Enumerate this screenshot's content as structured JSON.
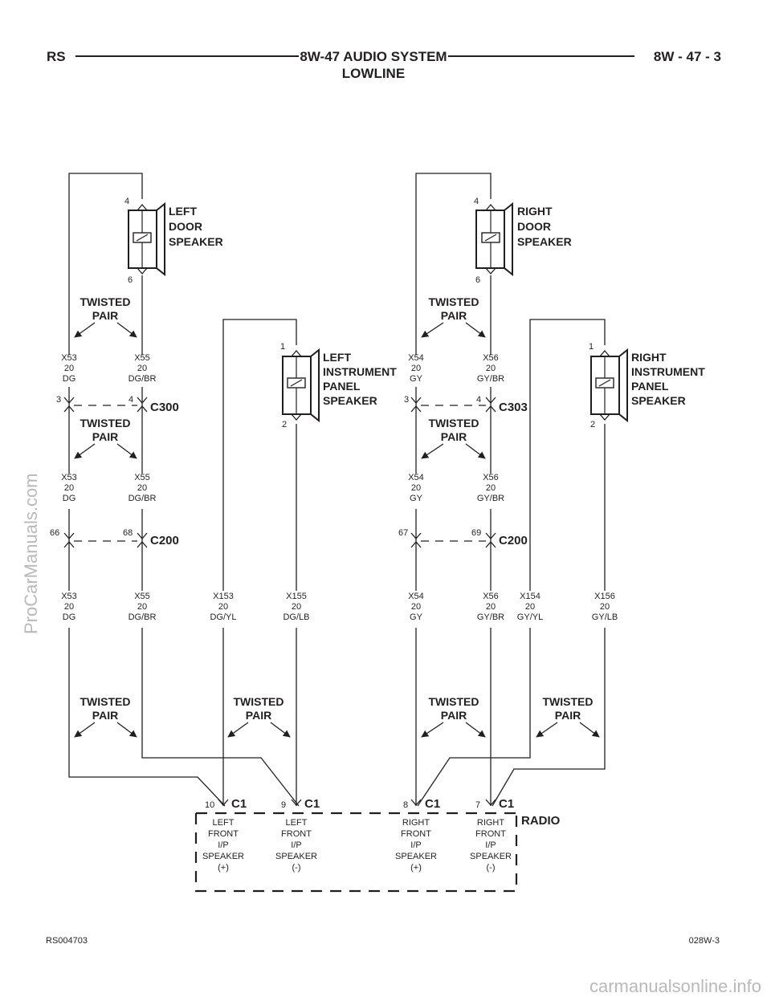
{
  "header": {
    "left_code": "RS",
    "title_line1": "8W-47 AUDIO SYSTEM",
    "title_line2": "LOWLINE",
    "page_number": "8W - 47 - 3"
  },
  "footer": {
    "left_code": "RS004703",
    "right_code": "028W-3"
  },
  "watermarks": {
    "left": "ProCarManuals.com",
    "bottom": "carmanualsonline.info"
  },
  "speakers": [
    {
      "id": "lds",
      "lines": [
        "LEFT",
        "DOOR",
        "SPEAKER"
      ],
      "pin_top": "4",
      "pin_bottom": "6"
    },
    {
      "id": "rds",
      "lines": [
        "RIGHT",
        "DOOR",
        "SPEAKER"
      ],
      "pin_top": "4",
      "pin_bottom": "6"
    },
    {
      "id": "lip",
      "lines": [
        "LEFT",
        "INSTRUMENT",
        "PANEL",
        "SPEAKER"
      ],
      "pin_top": "1",
      "pin_bottom": "2"
    },
    {
      "id": "rip",
      "lines": [
        "RIGHT",
        "INSTRUMENT",
        "PANEL",
        "SPEAKER"
      ],
      "pin_top": "1",
      "pin_bottom": "2"
    }
  ],
  "twisted_pair": {
    "line1": "TWISTED",
    "line2": "PAIR"
  },
  "connectors": [
    {
      "id": "c300",
      "name": "C300",
      "pin_a": "3",
      "pin_b": "4"
    },
    {
      "id": "c303",
      "name": "C303",
      "pin_a": "3",
      "pin_b": "4"
    },
    {
      "id": "c200l",
      "name": "C200",
      "pin_a": "66",
      "pin_b": "68"
    },
    {
      "id": "c200r",
      "name": "C200",
      "pin_a": "67",
      "pin_b": "69"
    }
  ],
  "wires": [
    {
      "id": "a1",
      "circuit": "X53",
      "gauge": "20",
      "color": "DG"
    },
    {
      "id": "a2",
      "circuit": "X55",
      "gauge": "20",
      "color": "DG/BR"
    },
    {
      "id": "a3",
      "circuit": "X54",
      "gauge": "20",
      "color": "GY"
    },
    {
      "id": "a4",
      "circuit": "X56",
      "gauge": "20",
      "color": "GY/BR"
    },
    {
      "id": "b1",
      "circuit": "X53",
      "gauge": "20",
      "color": "DG"
    },
    {
      "id": "b2",
      "circuit": "X55",
      "gauge": "20",
      "color": "DG/BR"
    },
    {
      "id": "b3",
      "circuit": "X54",
      "gauge": "20",
      "color": "GY"
    },
    {
      "id": "b4",
      "circuit": "X56",
      "gauge": "20",
      "color": "GY/BR"
    },
    {
      "id": "c1",
      "circuit": "X53",
      "gauge": "20",
      "color": "DG"
    },
    {
      "id": "c2",
      "circuit": "X55",
      "gauge": "20",
      "color": "DG/BR"
    },
    {
      "id": "c3",
      "circuit": "X153",
      "gauge": "20",
      "color": "DG/YL"
    },
    {
      "id": "c4",
      "circuit": "X155",
      "gauge": "20",
      "color": "DG/LB"
    },
    {
      "id": "c5",
      "circuit": "X54",
      "gauge": "20",
      "color": "GY"
    },
    {
      "id": "c6",
      "circuit": "X56",
      "gauge": "20",
      "color": "GY/BR"
    },
    {
      "id": "c7",
      "circuit": "X154",
      "gauge": "20",
      "color": "GY/YL"
    },
    {
      "id": "c8",
      "circuit": "X156",
      "gauge": "20",
      "color": "GY/LB"
    }
  ],
  "radio": {
    "name": "RADIO",
    "connector": "C1",
    "pins": [
      {
        "pin": "10",
        "lines": [
          "LEFT",
          "FRONT",
          "I/P",
          "SPEAKER",
          "(+)"
        ]
      },
      {
        "pin": "9",
        "lines": [
          "LEFT",
          "FRONT",
          "I/P",
          "SPEAKER",
          "(-)"
        ]
      },
      {
        "pin": "8",
        "lines": [
          "RIGHT",
          "FRONT",
          "I/P",
          "SPEAKER",
          "(+)"
        ]
      },
      {
        "pin": "7",
        "lines": [
          "RIGHT",
          "FRONT",
          "I/P",
          "SPEAKER",
          "(-)"
        ]
      }
    ]
  }
}
